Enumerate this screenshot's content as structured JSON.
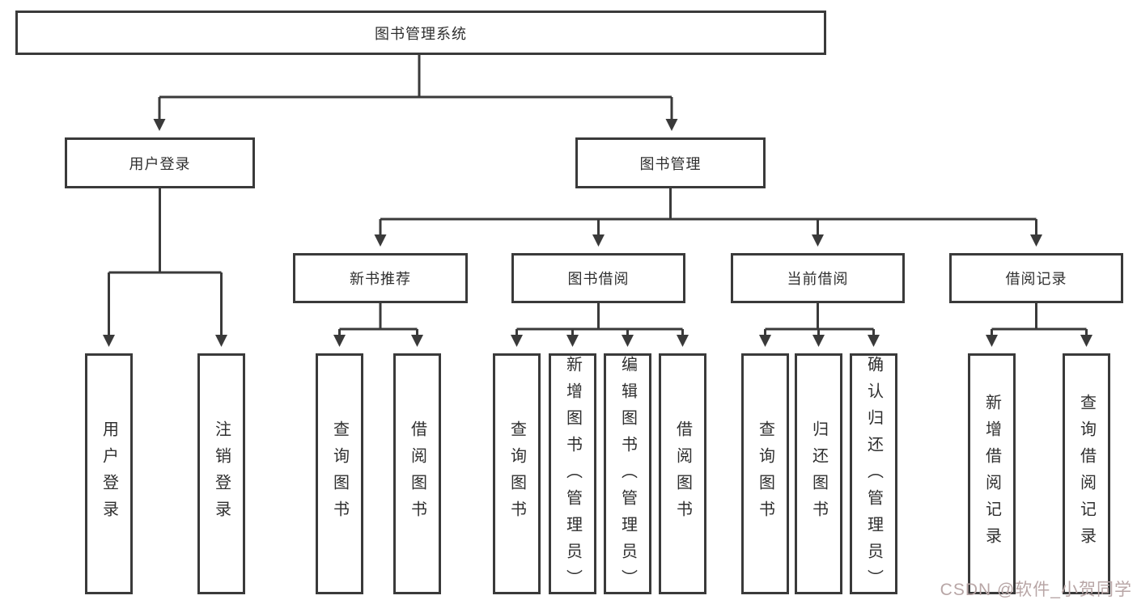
{
  "diagram": {
    "root": "图书管理系统",
    "branches": [
      {
        "label": "用户登录",
        "children": [
          "用户登录",
          "注销登录"
        ]
      },
      {
        "label": "图书管理",
        "sections": [
          {
            "label": "新书推荐",
            "children": [
              "查询图书",
              "借阅图书"
            ]
          },
          {
            "label": "图书借阅",
            "children": [
              "查询图书",
              "新增图书（管理员）",
              "编辑图书（管理员）",
              "借阅图书"
            ]
          },
          {
            "label": "当前借阅",
            "children": [
              "查询图书",
              "归还图书",
              "确认归还（管理员）"
            ]
          },
          {
            "label": "借阅记录",
            "children": [
              "新增借阅记录",
              "查询借阅记录"
            ]
          }
        ]
      }
    ]
  },
  "watermark": "CSDN @软件_小贺同学",
  "colors": {
    "line": "#3a3a3a",
    "text": "#2f2f2f",
    "watermark": "#b8a6a6",
    "background": "#ffffff"
  }
}
